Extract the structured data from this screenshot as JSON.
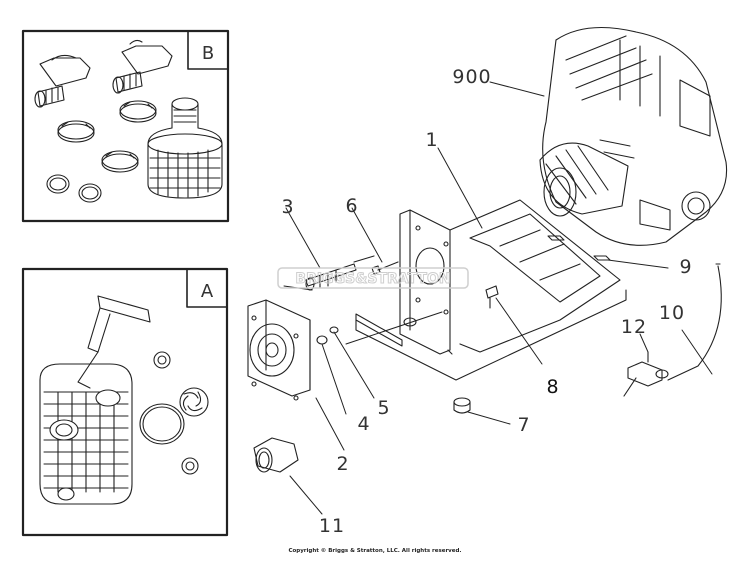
{
  "diagram": {
    "callouts": [
      {
        "id": "900",
        "text": "900"
      },
      {
        "id": "1",
        "text": "1"
      },
      {
        "id": "2",
        "text": "2"
      },
      {
        "id": "3",
        "text": "3"
      },
      {
        "id": "4",
        "text": "4"
      },
      {
        "id": "5",
        "text": "5"
      },
      {
        "id": "6",
        "text": "6"
      },
      {
        "id": "7",
        "text": "7"
      },
      {
        "id": "8",
        "text": "8"
      },
      {
        "id": "9",
        "text": "9"
      },
      {
        "id": "10",
        "text": "10"
      },
      {
        "id": "11",
        "text": "11"
      },
      {
        "id": "12",
        "text": "12"
      }
    ],
    "inset_boxes": [
      {
        "id": "B",
        "label": "B"
      },
      {
        "id": "A",
        "label": "A"
      }
    ],
    "watermark": "BRIGGS&STRATTON",
    "copyright": "Copyright © Briggs & Stratton, LLC. All rights reserved."
  },
  "colors": {
    "line": "#222222",
    "callout_text": "#333333",
    "watermark": "#cfcfcf"
  }
}
